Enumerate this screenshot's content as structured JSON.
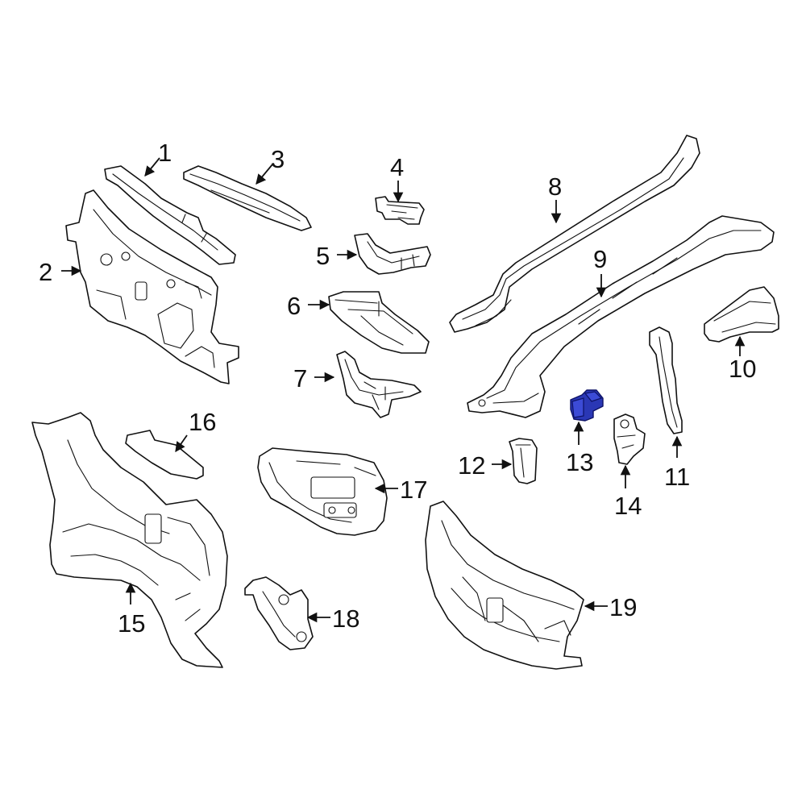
{
  "callouts": {
    "c1": "1",
    "c2": "2",
    "c3": "3",
    "c4": "4",
    "c5": "5",
    "c6": "6",
    "c7": "7",
    "c8": "8",
    "c9": "9",
    "c10": "10",
    "c11": "11",
    "c12": "12",
    "c13": "13",
    "c14": "14",
    "c15": "15",
    "c16": "16",
    "c17": "17",
    "c18": "18",
    "c19": "19"
  },
  "highlighted_part": "13",
  "colors": {
    "line": "#111111",
    "highlight": "#2a37b5",
    "background": "#ffffff"
  }
}
